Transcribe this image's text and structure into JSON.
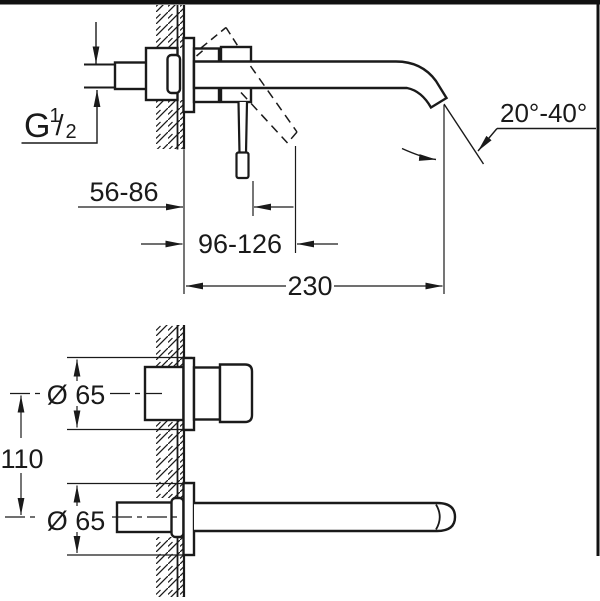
{
  "drawing": {
    "thread_label": {
      "letter": "G",
      "numerator": "1",
      "slash": "/",
      "denominator": "2"
    },
    "dimensions": {
      "mounting_depth_range": "56-86",
      "lever_projection_range": "96-126",
      "spout_projection": "230",
      "spout_angle_range": "20°-40°",
      "handle_rosette_diameter": "Ø 65",
      "spout_rosette_diameter": "Ø 65",
      "vertical_center_distance": "110"
    },
    "colors": {
      "line": "#1a1a1a",
      "background": "#ffffff",
      "border": "#111111"
    }
  }
}
